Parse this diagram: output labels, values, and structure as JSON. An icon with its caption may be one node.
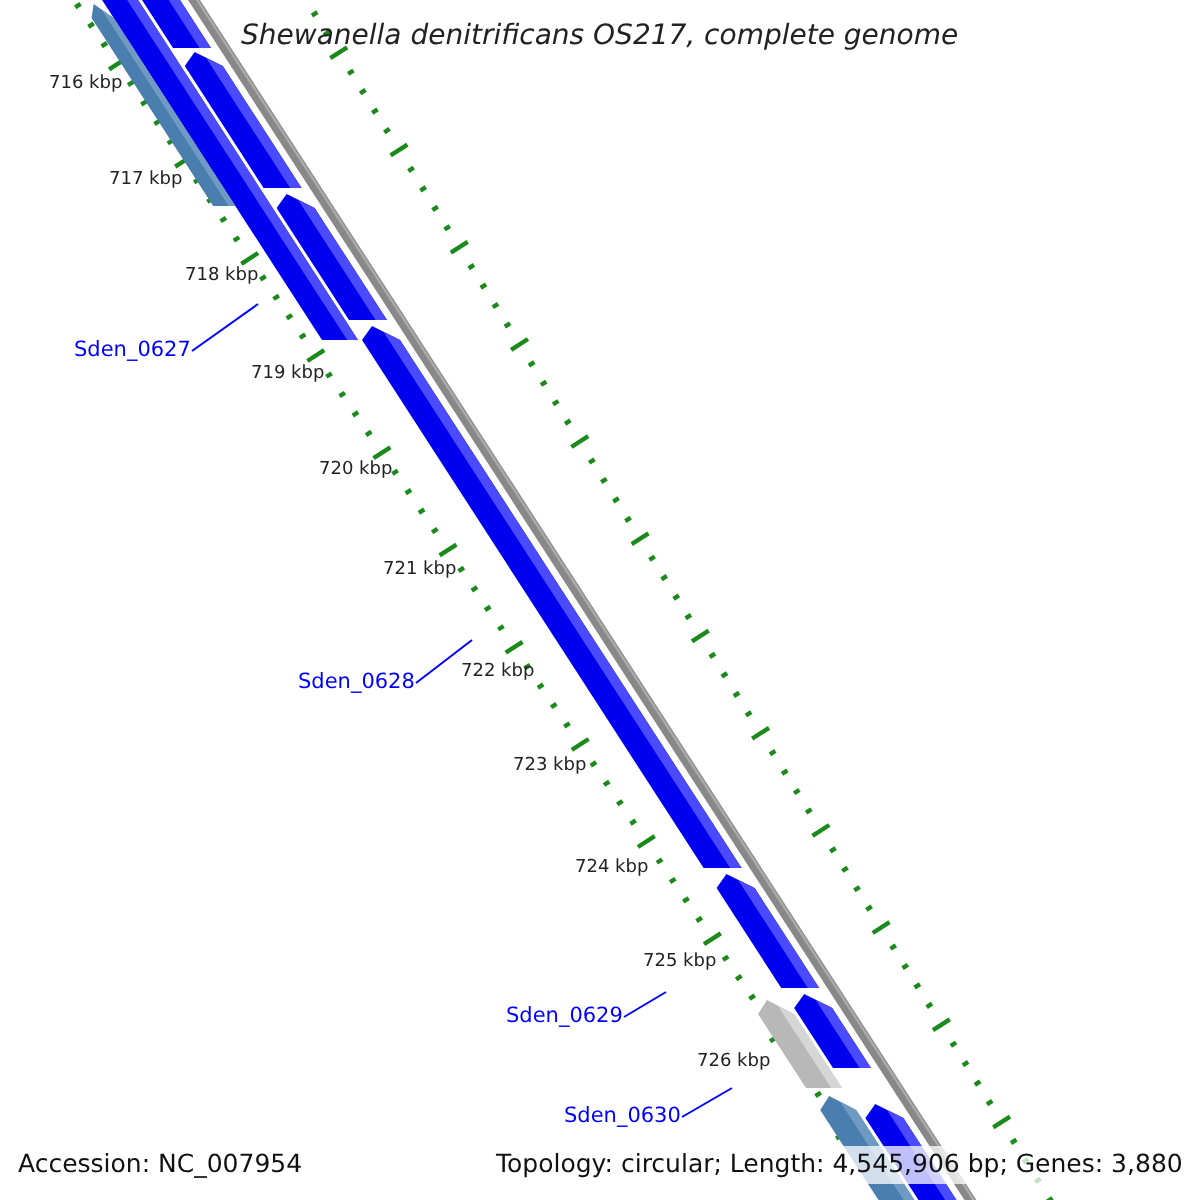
{
  "diagram": {
    "title": "Shewanella denitrificans OS217, complete genome",
    "nodes": [
      {
        "text": [
          "Sden_0627"
        ]
      },
      {
        "text": [
          "Sden_0628"
        ]
      },
      {
        "text": [
          "Sden_0629"
        ]
      },
      {
        "text": [
          "Sden_0630"
        ]
      }
    ],
    "edges": [
      {
        "from": 0,
        "to": null,
        "arrow": "none"
      },
      {
        "from": 1,
        "to": null,
        "arrow": "none"
      },
      {
        "from": 2,
        "to": null,
        "arrow": "none"
      },
      {
        "from": 3,
        "to": null,
        "arrow": "none"
      }
    ],
    "labels": [
      "716 kbp",
      "717 kbp",
      "718 kbp",
      "719 kbp",
      "720 kbp",
      "721 kbp",
      "722 kbp",
      "723 kbp",
      "724 kbp",
      "725 kbp",
      "726 kbp",
      "Accession: NC_007954",
      "Topology: circular; Length: 4,545,906 bp; Genes: 3,880"
    ]
  }
}
